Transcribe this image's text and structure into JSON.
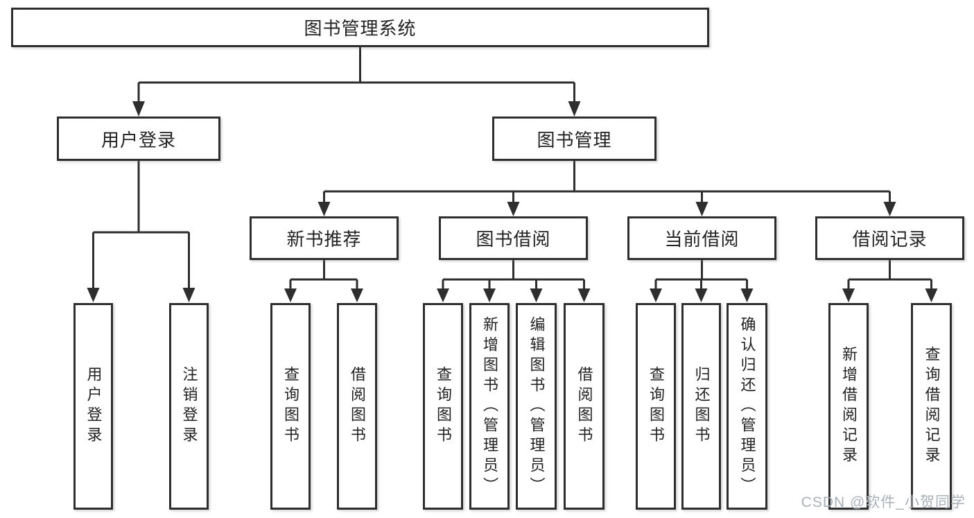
{
  "diagram": {
    "watermark": "CSDN @软件_小贺同学",
    "colors": {
      "line": "#2e2e2e",
      "box_border": "#2e2e2e",
      "text": "#222222",
      "watermark": "#a9b0b7",
      "background": "#ffffff"
    },
    "nodes": {
      "root": {
        "label": "图书管理系统"
      },
      "user_login": {
        "label": "用户登录"
      },
      "book_mgmt": {
        "label": "图书管理"
      },
      "new_book_rec": {
        "label": "新书推荐"
      },
      "book_borrow": {
        "label": "图书借阅"
      },
      "current_borrow": {
        "label": "当前借阅"
      },
      "borrow_records": {
        "label": "借阅记录"
      },
      "user_login_leaf": {
        "label": "用户登录"
      },
      "logout_leaf": {
        "label": "注销登录"
      },
      "nbr_query_books": {
        "label": "查询图书"
      },
      "nbr_borrow_books": {
        "label": "借阅图书"
      },
      "bb_query_books": {
        "label": "查询图书"
      },
      "bb_add_books": {
        "label": "新增图书（管理员）"
      },
      "bb_edit_books": {
        "label": "编辑图书（管理员）"
      },
      "bb_borrow_books": {
        "label": "借阅图书"
      },
      "cb_query_books": {
        "label": "查询图书"
      },
      "cb_return_books": {
        "label": "归还图书"
      },
      "cb_confirm_return": {
        "label": "确认归还（管理员）"
      },
      "br_add_record": {
        "label": "新增借阅记录"
      },
      "br_query_record": {
        "label": "查询借阅记录"
      }
    }
  }
}
